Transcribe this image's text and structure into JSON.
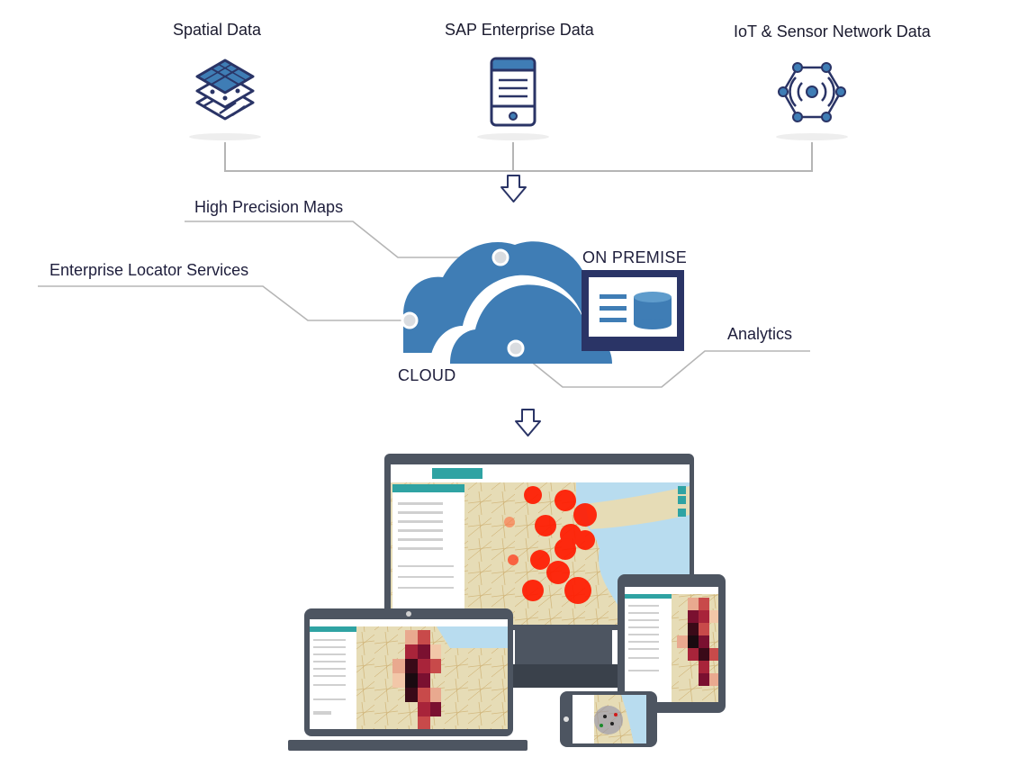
{
  "sources": [
    {
      "label": "Spatial Data",
      "icon": "layered-map-icon"
    },
    {
      "label": "SAP Enterprise Data",
      "icon": "server-document-icon"
    },
    {
      "label": "IoT & Sensor Network Data",
      "icon": "sensor-network-icon"
    }
  ],
  "callouts": {
    "maps": "High Precision Maps",
    "locator": "Enterprise Locator Services",
    "analytics": "Analytics"
  },
  "deployment": {
    "cloud": "CLOUD",
    "on_premise": "ON PREMISE"
  },
  "colors": {
    "navy": "#2a3466",
    "cloud_blue": "#3f7db5",
    "device_gray": "#4d5561",
    "connector_gray": "#b5b5b5",
    "heat_red": "#ff1a00"
  }
}
